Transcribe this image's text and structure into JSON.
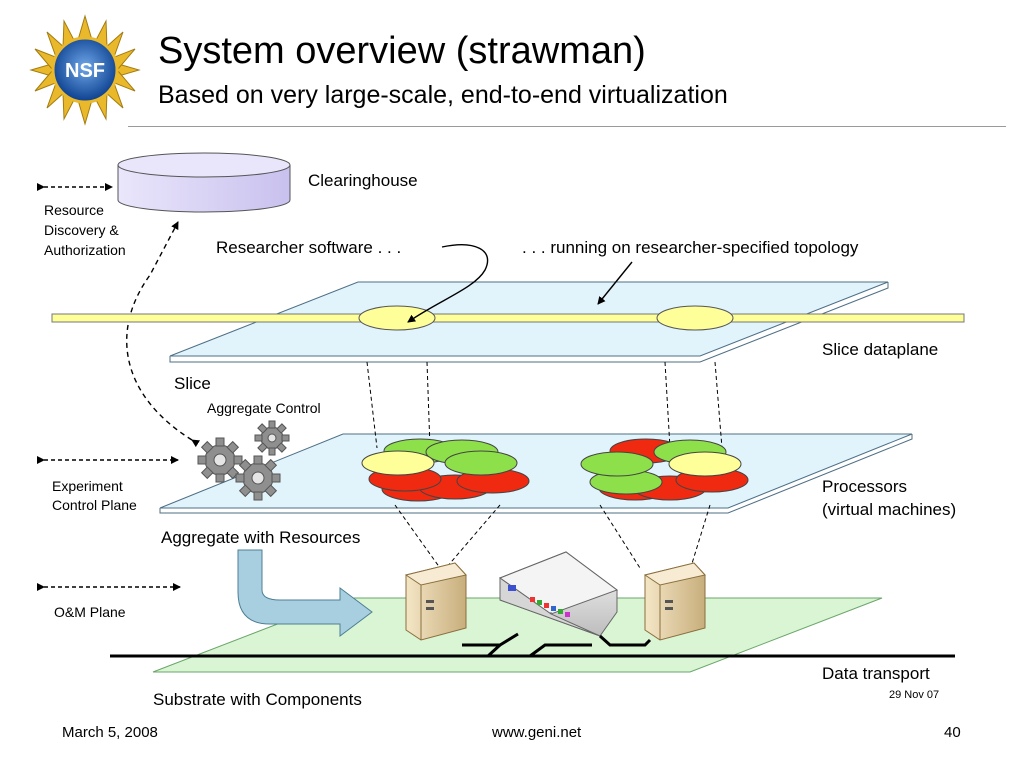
{
  "slide": {
    "title": "System overview (strawman)",
    "subtitle": "Based on very large-scale, end-to-end virtualization"
  },
  "logo": {
    "text": "NSF"
  },
  "diagram": {
    "clearinghouse": "Clearinghouse",
    "resource_discovery": [
      "Resource",
      "Discovery &",
      "Authorization"
    ],
    "researcher_software": "Researcher software . . .",
    "running_on": ". . . running on researcher-specified topology",
    "slice_dataplane": "Slice dataplane",
    "slice": "Slice",
    "aggregate_control": "Aggregate Control",
    "experiment_control_plane": [
      "Experiment",
      "Control Plane"
    ],
    "processors": [
      "Processors",
      "(virtual machines)"
    ],
    "aggregate_with_resources": "Aggregate with Resources",
    "om_plane": "O&M Plane",
    "data_transport": "Data transport",
    "date_note": "29 Nov 07",
    "substrate_with_components": "Substrate with Components"
  },
  "colors": {
    "plane_fill": "#e2f4fb",
    "substrate_fill": "#d9f5d3",
    "highlight_yellow": "#ffff99",
    "vm_green": "#8ee04a",
    "vm_red": "#ef2a10",
    "arrow_fill": "#a8cfe0"
  },
  "footer": {
    "date": "March 5, 2008",
    "url": "www.geni.net",
    "page": "40"
  }
}
